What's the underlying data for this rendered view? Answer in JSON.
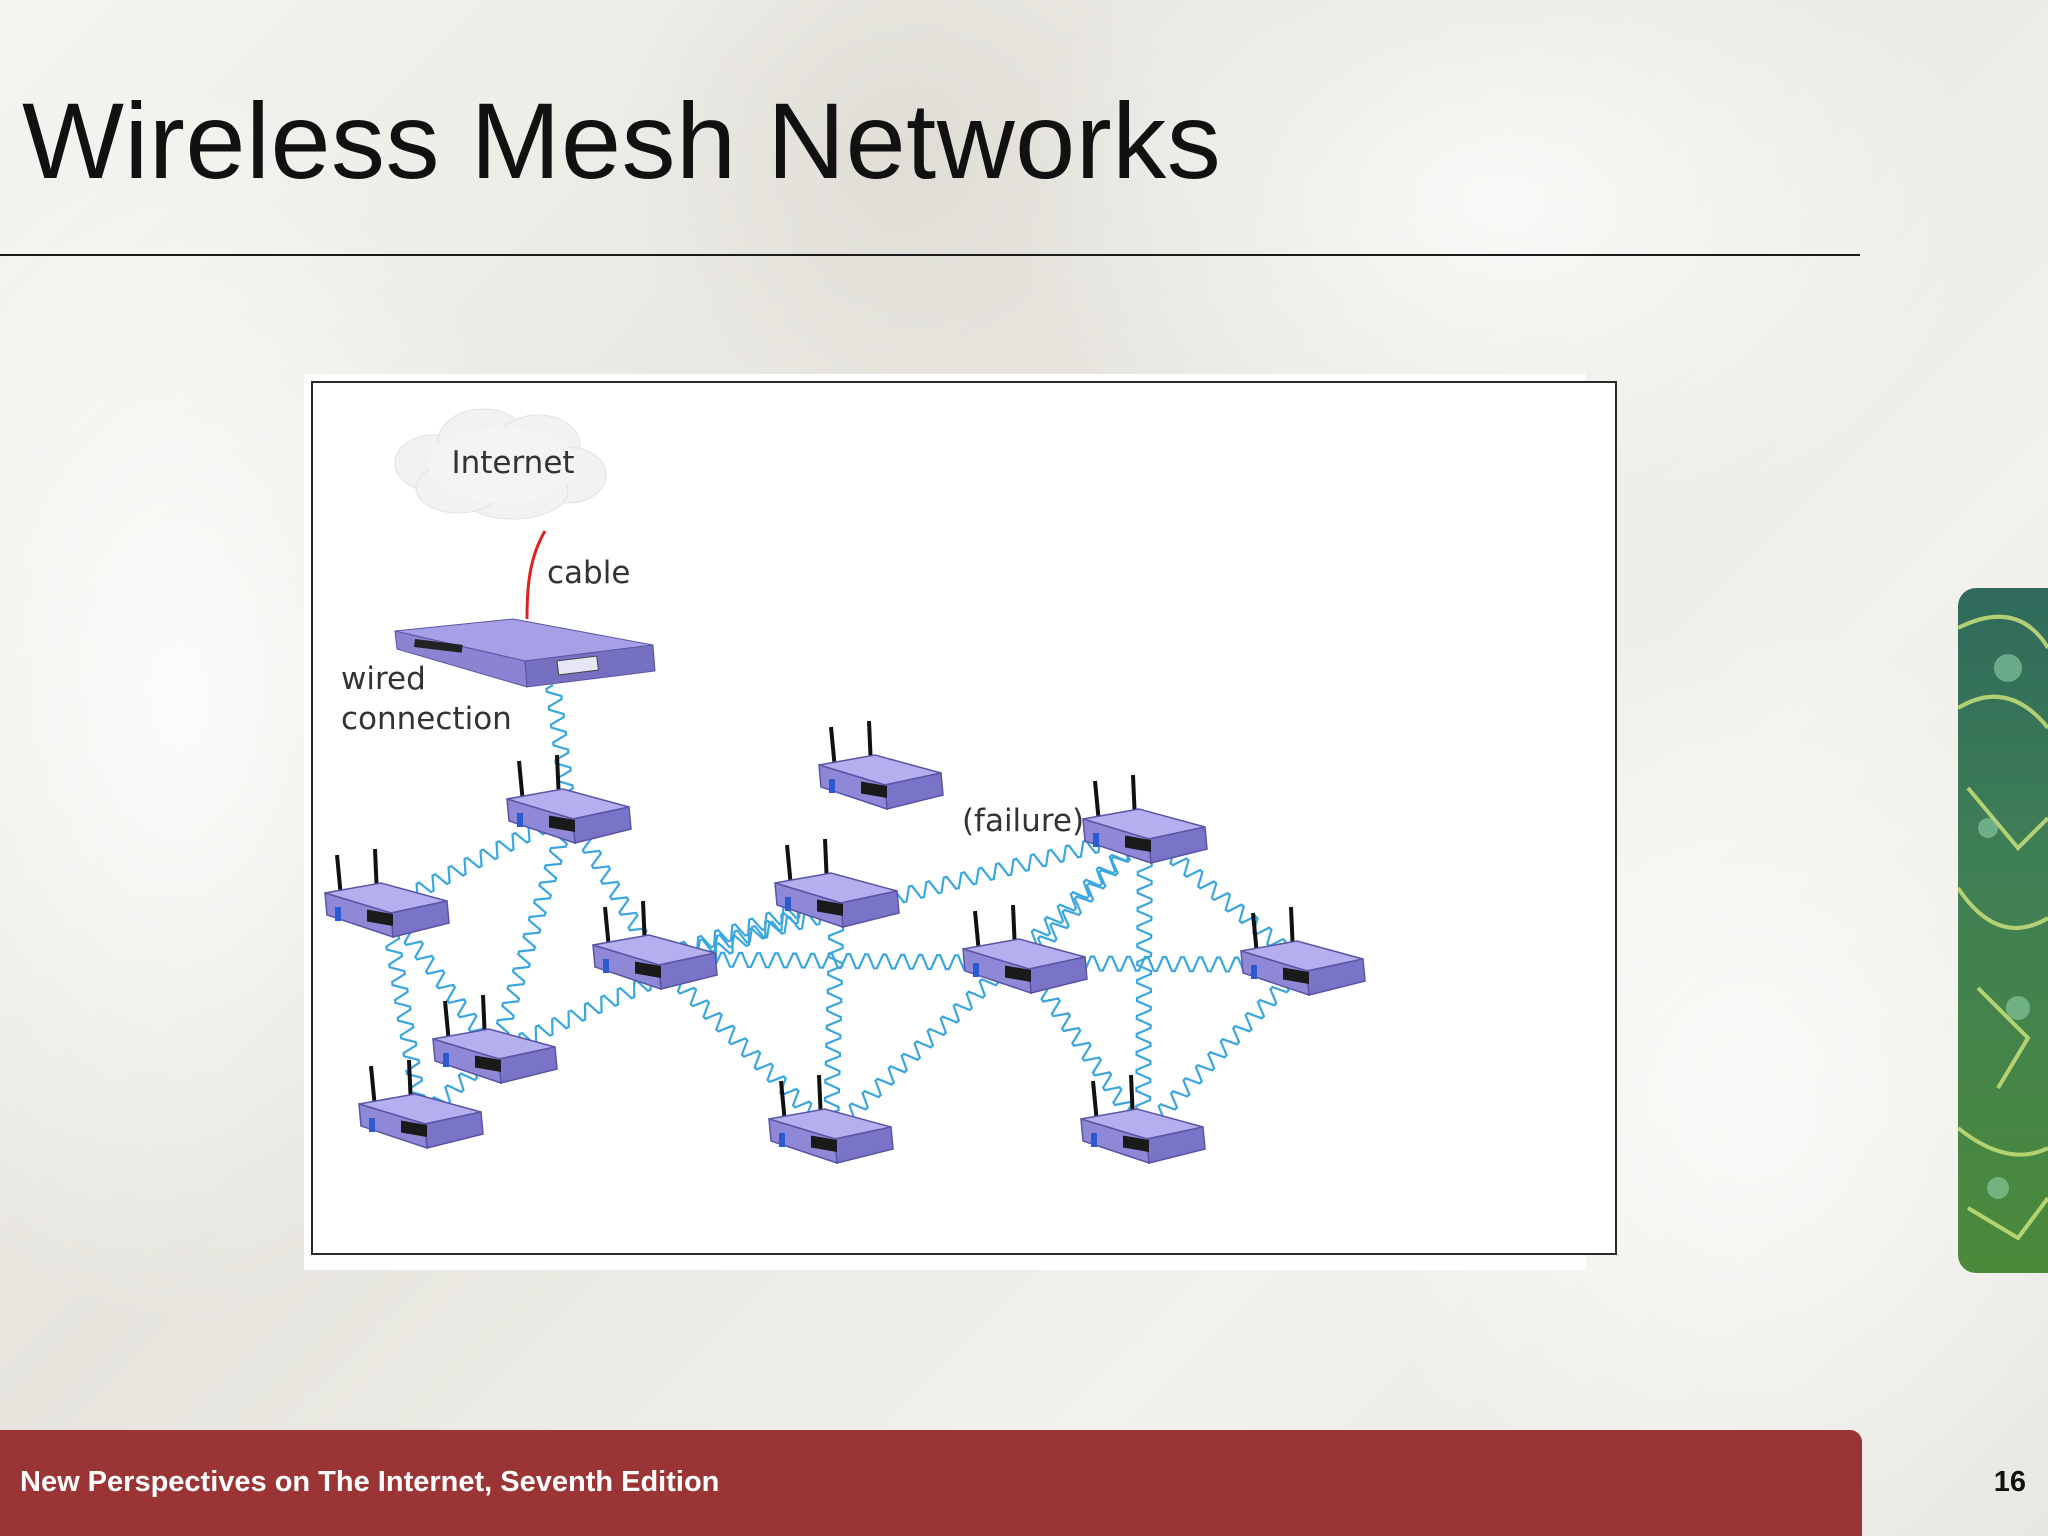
{
  "slide": {
    "title": "Wireless Mesh Networks",
    "footer": "New Perspectives on The Internet, Seventh Edition",
    "page_number": "16"
  },
  "diagram": {
    "labels": {
      "internet": "Internet",
      "cable": "cable",
      "wired_line1": "wired",
      "wired_line2": "connection",
      "failure": "(failure)"
    },
    "colors": {
      "wireless_link": "#3aa6e0",
      "cable": "#e02020",
      "router_body": "#8e88d6",
      "footer_bar": "#9b3434"
    },
    "nodes": [
      "A",
      "B",
      "C",
      "D",
      "E",
      "F",
      "G",
      "H",
      "I",
      "J",
      "K"
    ],
    "failed_node": "FAIL",
    "links": [
      [
        "GW",
        "A"
      ],
      [
        "A",
        "D"
      ],
      [
        "A",
        "C"
      ],
      [
        "A",
        "B"
      ],
      [
        "B",
        "D"
      ],
      [
        "B",
        "E"
      ],
      [
        "D",
        "E"
      ],
      [
        "D",
        "F"
      ],
      [
        "C",
        "F"
      ],
      [
        "C",
        "G"
      ],
      [
        "F",
        "G"
      ],
      [
        "C",
        "H"
      ],
      [
        "C",
        "I"
      ],
      [
        "I",
        "J"
      ],
      [
        "I",
        "K"
      ],
      [
        "H",
        "I"
      ],
      [
        "H",
        "G"
      ],
      [
        "H",
        "J"
      ],
      [
        "H",
        "K"
      ],
      [
        "K",
        "J"
      ]
    ]
  }
}
